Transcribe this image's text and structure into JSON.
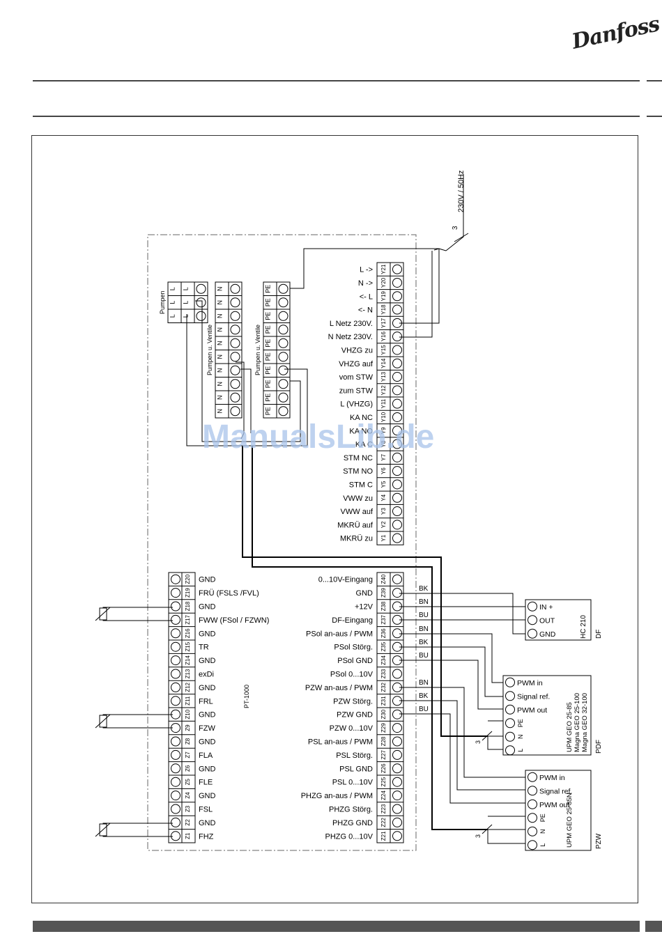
{
  "brand": {
    "logo_text": "Danfoss"
  },
  "watermark": "ManualsLib.de",
  "supply": {
    "label": "230V / 50Hz",
    "wire_count": "3"
  },
  "pumps_block": {
    "title": "Pumpen",
    "labels": [
      "L",
      "L",
      "L",
      "L",
      "L",
      "L"
    ]
  },
  "pv1_block": {
    "title": "Pumpen u. Ventile",
    "labels": [
      "N",
      "N",
      "N",
      "N",
      "N",
      "N",
      "N",
      "N",
      "N",
      "N"
    ]
  },
  "pv2_block": {
    "title": "Pumpen u. Ventile",
    "labels": [
      "PE",
      "PE",
      "PE",
      "PE",
      "PE",
      "PE",
      "PE",
      "PE",
      "PE",
      "PE"
    ]
  },
  "y_terminals": [
    {
      "id": "Y21",
      "label": "L ->"
    },
    {
      "id": "Y20",
      "label": "N ->"
    },
    {
      "id": "Y19",
      "label": "<- L"
    },
    {
      "id": "Y18",
      "label": "<- N"
    },
    {
      "id": "Y17",
      "label": "L Netz 230V."
    },
    {
      "id": "Y16",
      "label": "N Netz 230V."
    },
    {
      "id": "Y15",
      "label": "VHZG zu"
    },
    {
      "id": "Y14",
      "label": "VHZG auf"
    },
    {
      "id": "Y13",
      "label": "vom STW"
    },
    {
      "id": "Y12",
      "label": "zum STW"
    },
    {
      "id": "Y11",
      "label": "L (VHZG)"
    },
    {
      "id": "Y10",
      "label": "KA NC"
    },
    {
      "id": "Y9",
      "label": "KA NO"
    },
    {
      "id": "Y8",
      "label": "KA C"
    },
    {
      "id": "Y7",
      "label": "STM NC"
    },
    {
      "id": "Y6",
      "label": "STM NO"
    },
    {
      "id": "Y5",
      "label": "STM C"
    },
    {
      "id": "Y4",
      "label": "VWW zu"
    },
    {
      "id": "Y3",
      "label": "VWW auf"
    },
    {
      "id": "Y2",
      "label": "MKRÜ auf"
    },
    {
      "id": "Y1",
      "label": "MKRÜ zu"
    }
  ],
  "z_left_terminals": [
    {
      "id": "Z20",
      "label": "GND"
    },
    {
      "id": "Z19",
      "label": "FRÜ (FSLS /FVL)"
    },
    {
      "id": "Z18",
      "label": "GND"
    },
    {
      "id": "Z17",
      "label": "FWW (FSol / FZWN)"
    },
    {
      "id": "Z16",
      "label": "GND"
    },
    {
      "id": "Z15",
      "label": "TR"
    },
    {
      "id": "Z14",
      "label": "GND"
    },
    {
      "id": "Z13",
      "label": "exDi"
    },
    {
      "id": "Z12",
      "label": "GND"
    },
    {
      "id": "Z11",
      "label": "FRL"
    },
    {
      "id": "Z10",
      "label": "GND"
    },
    {
      "id": "Z9",
      "label": "FZW"
    },
    {
      "id": "Z8",
      "label": "GND"
    },
    {
      "id": "Z7",
      "label": "FLA"
    },
    {
      "id": "Z6",
      "label": "GND"
    },
    {
      "id": "Z5",
      "label": "FLE"
    },
    {
      "id": "Z4",
      "label": "GND"
    },
    {
      "id": "Z3",
      "label": "FSL"
    },
    {
      "id": "Z2",
      "label": "GND"
    },
    {
      "id": "Z1",
      "label": "FHZ"
    }
  ],
  "z_right_terminals": [
    {
      "id": "Z40",
      "label": "0...10V-Eingang"
    },
    {
      "id": "Z39",
      "label": "GND"
    },
    {
      "id": "Z38",
      "label": "+12V"
    },
    {
      "id": "Z37",
      "label": "DF-Eingang"
    },
    {
      "id": "Z36",
      "label": "PSol an-aus / PWM"
    },
    {
      "id": "Z35",
      "label": "PSol Störg."
    },
    {
      "id": "Z34",
      "label": "PSol GND"
    },
    {
      "id": "Z33",
      "label": "PSol 0...10V"
    },
    {
      "id": "Z32",
      "label": "PZW an-aus / PWM"
    },
    {
      "id": "Z31",
      "label": "PZW Störg."
    },
    {
      "id": "Z30",
      "label": "PZW GND"
    },
    {
      "id": "Z29",
      "label": "PZW 0...10V"
    },
    {
      "id": "Z28",
      "label": "PSL an-aus / PWM"
    },
    {
      "id": "Z27",
      "label": "PSL Störg."
    },
    {
      "id": "Z26",
      "label": "PSL GND"
    },
    {
      "id": "Z25",
      "label": "PSL 0...10V"
    },
    {
      "id": "Z24",
      "label": "PHZG an-aus / PWM"
    },
    {
      "id": "Z23",
      "label": "PHZG Störg."
    },
    {
      "id": "Z22",
      "label": "PHZG GND"
    },
    {
      "id": "Z21",
      "label": "PHZG 0...10V"
    }
  ],
  "sensor_label": "PT-1000",
  "wire_colors": [
    "BK",
    "BN",
    "BU",
    "BN",
    "BK",
    "BU",
    "BN",
    "BK",
    "BU"
  ],
  "df_device": {
    "terminals": [
      "IN +",
      "OUT",
      "GND"
    ],
    "model": "HC 210",
    "tag": "DF"
  },
  "pdf_device": {
    "terminals": [
      "PWM in",
      "Signal ref.",
      "PWM out",
      "PE",
      "N",
      "L"
    ],
    "models": [
      "UPM GEO 25-85",
      "Magna GEO 25-100",
      "Magna GEO 32-100"
    ],
    "tag": "PDF",
    "wire_count": "3"
  },
  "pzw_device": {
    "terminals": [
      "PWM in",
      "Signal ref.",
      "PWM out",
      "PE",
      "N",
      "L"
    ],
    "models": [
      "UPM GEO 25-85N"
    ],
    "tag": "PZW",
    "wire_count": "3"
  }
}
